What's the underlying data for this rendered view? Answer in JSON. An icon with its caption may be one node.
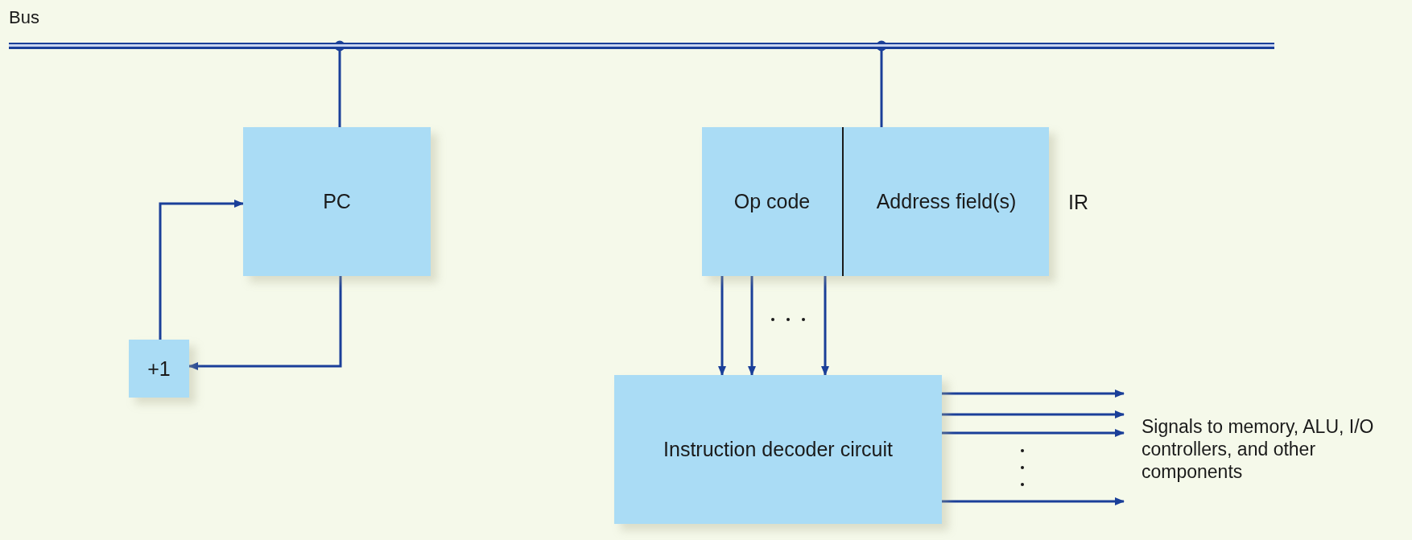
{
  "diagram": {
    "nodes": [
      {
        "text": [
          "Bus"
        ]
      },
      {
        "text": [
          "PC"
        ]
      },
      {
        "text": [
          "IR"
        ]
      },
      {
        "text": [
          "Op code"
        ],
        "in": 2
      },
      {
        "text": [
          "Address field(s)"
        ],
        "in": 2
      },
      {
        "text": [
          "+1"
        ]
      },
      {
        "text": [
          "Instruction decoder circuit"
        ]
      },
      {
        "text": [
          "Signals to memory, ALU, I/O controllers, and other components"
        ]
      }
    ],
    "edges": [
      {
        "from": 0,
        "to": 1,
        "arrow": "other"
      },
      {
        "from": 0,
        "to": 4,
        "arrow": "other"
      },
      {
        "from": 1,
        "to": 5,
        "arrow": "to"
      },
      {
        "from": 5,
        "to": 1,
        "arrow": "to"
      },
      {
        "from": 3,
        "to": 6,
        "arrow": "to"
      },
      {
        "from": 3,
        "to": 6,
        "arrow": "to"
      },
      {
        "from": 3,
        "to": 6,
        "arrow": "to"
      },
      {
        "from": 6,
        "to": 7,
        "arrow": "to"
      },
      {
        "from": 6,
        "to": 7,
        "arrow": "to"
      },
      {
        "from": 6,
        "to": 7,
        "arrow": "to"
      },
      {
        "from": 6,
        "to": 7,
        "arrow": "to"
      }
    ]
  }
}
